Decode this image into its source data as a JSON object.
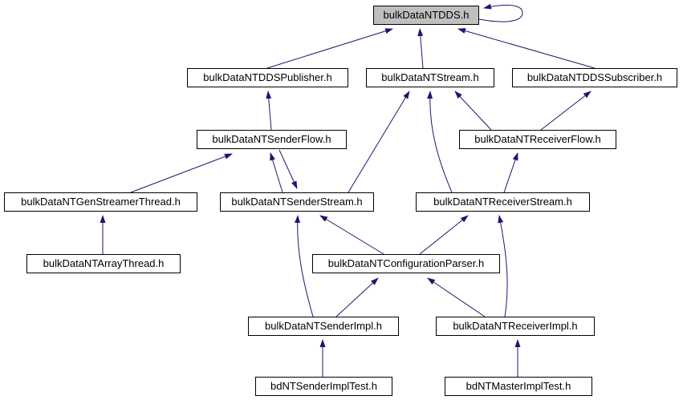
{
  "graph": {
    "type": "include-dependency-graph",
    "root": "bulkDataNTDDS.h",
    "colors": {
      "edge": "#191970",
      "node_border": "#000000",
      "node_fill": "#ffffff",
      "root_fill": "#bfbfbf",
      "background": "#ffffff"
    }
  },
  "nodes": [
    {
      "id": "dds",
      "label": "bulkDataNTDDS.h",
      "highlighted": true
    },
    {
      "id": "publisher",
      "label": "bulkDataNTDDSPublisher.h",
      "highlighted": false
    },
    {
      "id": "stream",
      "label": "bulkDataNTStream.h",
      "highlighted": false
    },
    {
      "id": "subscriber",
      "label": "bulkDataNTDDSSubscriber.h",
      "highlighted": false
    },
    {
      "id": "senderflow",
      "label": "bulkDataNTSenderFlow.h",
      "highlighted": false
    },
    {
      "id": "receiverflow",
      "label": "bulkDataNTReceiverFlow.h",
      "highlighted": false
    },
    {
      "id": "genstreamer",
      "label": "bulkDataNTGenStreamerThread.h",
      "highlighted": false
    },
    {
      "id": "senderstream",
      "label": "bulkDataNTSenderStream.h",
      "highlighted": false
    },
    {
      "id": "receiverstream",
      "label": "bulkDataNTReceiverStream.h",
      "highlighted": false
    },
    {
      "id": "arraythread",
      "label": "bulkDataNTArrayThread.h",
      "highlighted": false
    },
    {
      "id": "configparser",
      "label": "bulkDataNTConfigurationParser.h",
      "highlighted": false
    },
    {
      "id": "senderimpl",
      "label": "bulkDataNTSenderImpl.h",
      "highlighted": false
    },
    {
      "id": "receiverimpl",
      "label": "bulkDataNTReceiverImpl.h",
      "highlighted": false
    },
    {
      "id": "sendertest",
      "label": "bdNTSenderImplTest.h",
      "highlighted": false
    },
    {
      "id": "mastertest",
      "label": "bdNTMasterImplTest.h",
      "highlighted": false
    }
  ],
  "edges": [
    {
      "from": "bulkDataNTDDS.h",
      "to": "bulkDataNTDDS.h"
    },
    {
      "from": "bulkDataNTDDSPublisher.h",
      "to": "bulkDataNTDDS.h"
    },
    {
      "from": "bulkDataNTStream.h",
      "to": "bulkDataNTDDS.h"
    },
    {
      "from": "bulkDataNTDDSSubscriber.h",
      "to": "bulkDataNTDDS.h"
    },
    {
      "from": "bulkDataNTSenderFlow.h",
      "to": "bulkDataNTDDSPublisher.h"
    },
    {
      "from": "bulkDataNTSenderStream.h",
      "to": "bulkDataNTStream.h"
    },
    {
      "from": "bulkDataNTReceiverStream.h",
      "to": "bulkDataNTStream.h"
    },
    {
      "from": "bulkDataNTReceiverFlow.h",
      "to": "bulkDataNTStream.h"
    },
    {
      "from": "bulkDataNTReceiverFlow.h",
      "to": "bulkDataNTDDSSubscriber.h"
    },
    {
      "from": "bulkDataNTGenStreamerThread.h",
      "to": "bulkDataNTSenderFlow.h"
    },
    {
      "from": "bulkDataNTSenderStream.h",
      "to": "bulkDataNTSenderFlow.h"
    },
    {
      "from": "bulkDataNTSenderFlow.h",
      "to": "bulkDataNTSenderStream.h"
    },
    {
      "from": "bulkDataNTReceiverStream.h",
      "to": "bulkDataNTReceiverFlow.h"
    },
    {
      "from": "bulkDataNTArrayThread.h",
      "to": "bulkDataNTGenStreamerThread.h"
    },
    {
      "from": "bulkDataNTConfigurationParser.h",
      "to": "bulkDataNTSenderStream.h"
    },
    {
      "from": "bulkDataNTConfigurationParser.h",
      "to": "bulkDataNTReceiverStream.h"
    },
    {
      "from": "bulkDataNTSenderImpl.h",
      "to": "bulkDataNTSenderStream.h"
    },
    {
      "from": "bulkDataNTSenderImpl.h",
      "to": "bulkDataNTConfigurationParser.h"
    },
    {
      "from": "bulkDataNTReceiverImpl.h",
      "to": "bulkDataNTConfigurationParser.h"
    },
    {
      "from": "bulkDataNTReceiverImpl.h",
      "to": "bulkDataNTReceiverStream.h"
    },
    {
      "from": "bdNTSenderImplTest.h",
      "to": "bulkDataNTSenderImpl.h"
    },
    {
      "from": "bdNTMasterImplTest.h",
      "to": "bulkDataNTReceiverImpl.h"
    }
  ]
}
